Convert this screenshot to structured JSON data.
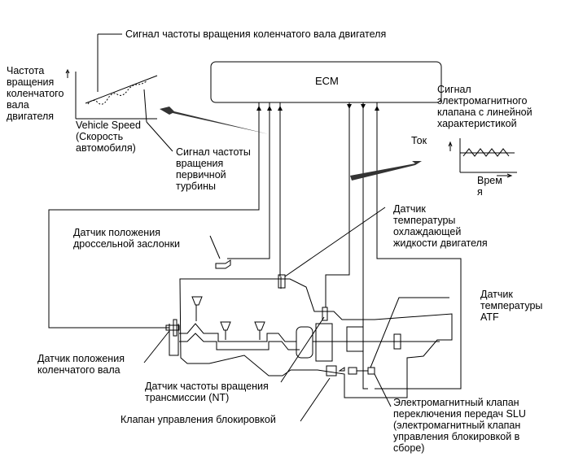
{
  "ecm_label": "ECM",
  "labels": {
    "crank_signal": "Сигнал частоты вращения коленчатого вала двигателя",
    "engine_speed_axis": "Частота\nвращения\nколенчатого\nвала\nдвигателя",
    "vehicle_speed": "Vehicle Speed\n(Скорость\nавтомобиля)",
    "turbine_signal": "Сигнал частоты\nвращения\nпервичной\nтурбины",
    "solenoid_signal": "Сигнал\nэлектромагнитного\nклапана с линейной\nхарактеристикой",
    "current": "Ток",
    "time": "Врем\nя",
    "throttle_sensor": "Датчик положения\nдроссельной заслонки",
    "coolant_sensor": "Датчик\nтемпературы\nохлаждающей\nжидкости двигателя",
    "atf_sensor": "Датчик\nтемпературы\nATF",
    "crank_sensor": "Датчик положения\nколенчатого вала",
    "nt_sensor": "Датчик частоты вращения\nтрансмиссии (NT)",
    "lockup_valve": "Клапан управления блокировкой",
    "slu_valve": "Электромагнитный клапан\nпереключения передач SLU\n(электромагнитный клапан\nуправления блокировкой в\nсборе)"
  }
}
